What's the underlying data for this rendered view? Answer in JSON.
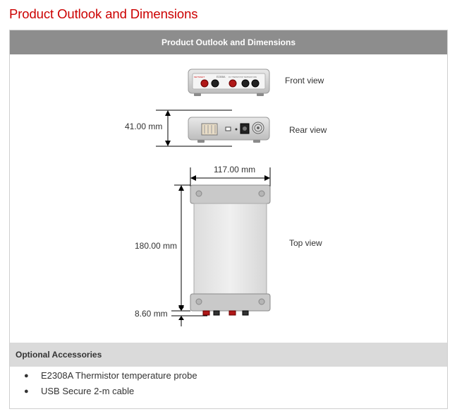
{
  "page": {
    "title": "Product Outlook and Dimensions"
  },
  "table": {
    "header": "Product Outlook and Dimensions",
    "views": {
      "front": "Front view",
      "rear": "Rear view",
      "top": "Top view"
    },
    "dimensions": {
      "height": "41.00 mm",
      "width": "117.00 mm",
      "depth": "180.00 mm",
      "terminal_protrusion": "8.60 mm"
    },
    "front_panel_printed": {
      "brand": "KEYSIGHT",
      "model": "E2308A",
      "caption": "DC THERMISTOR TEMPERATURE"
    }
  },
  "accessories": {
    "header": "Optional Accessories",
    "items": [
      "E2308A Thermistor temperature probe",
      "USB Secure 2-m cable"
    ]
  },
  "colors": {
    "title_red": "#cc0000",
    "header_gray": "#8d8d8d",
    "section_gray": "#dadada",
    "terminal_red": "#b01818"
  },
  "icons": [
    "usb-icon",
    "fan-vent-icon",
    "power-jack-icon",
    "dimension-arrow-icon"
  ]
}
